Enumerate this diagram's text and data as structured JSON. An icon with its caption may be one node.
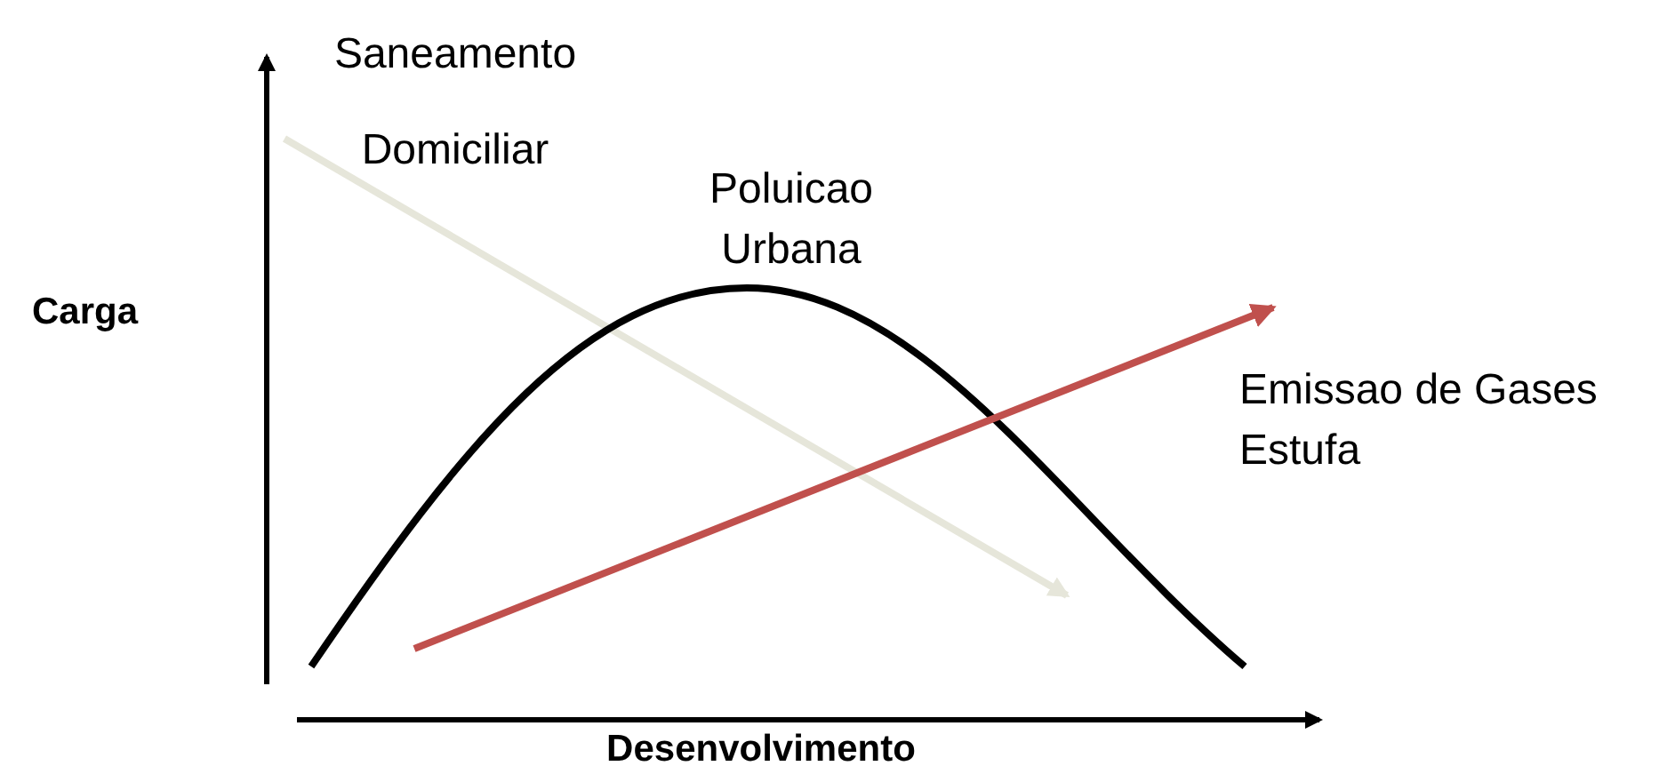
{
  "diagram": {
    "labels": [
      "Saneamento Domiciliar",
      "Poluicao Urbana",
      "Carga",
      "Emissao de Gases Estufa",
      "Desenvolvimento"
    ]
  }
}
